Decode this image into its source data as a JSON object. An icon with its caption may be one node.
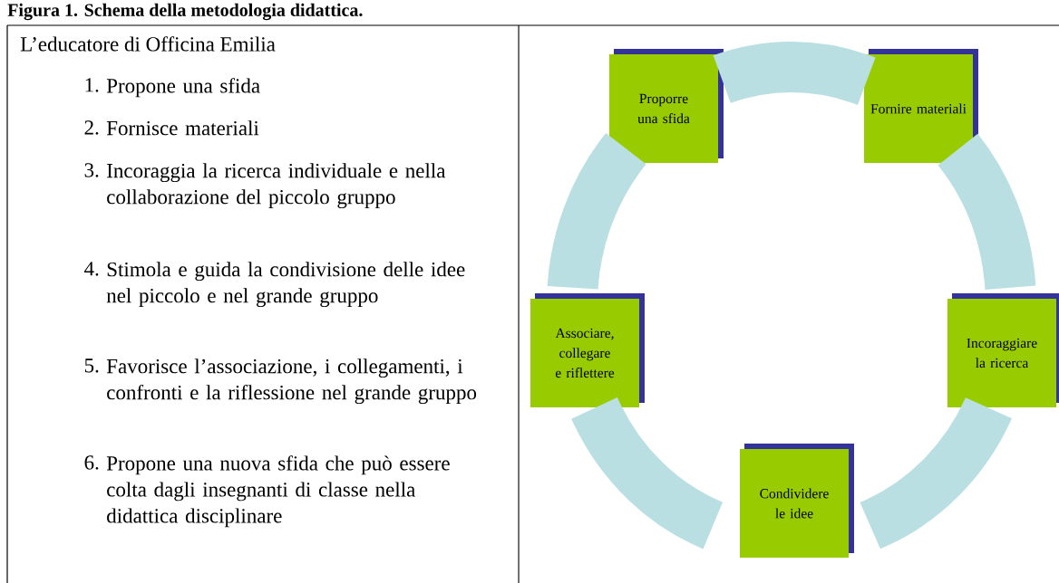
{
  "diagram": {
    "title": "Figura 1. Schema della metodologia didattica.",
    "nodes": [
      {
        "text": [
          "Proporre una sfida"
        ]
      },
      {
        "text": [
          "Fornire materiali"
        ]
      },
      {
        "text": [
          "Incoraggiare la ricerca"
        ]
      },
      {
        "text": [
          "Condividere le idee"
        ]
      },
      {
        "text": [
          "Associare, collegare e riflettere"
        ]
      }
    ],
    "edges": [
      {
        "from": 0,
        "to": 1,
        "arrow": "none"
      },
      {
        "from": 1,
        "to": 2,
        "arrow": "none"
      },
      {
        "from": 2,
        "to": 3,
        "arrow": "none"
      },
      {
        "from": 3,
        "to": 4,
        "arrow": "none"
      },
      {
        "from": 4,
        "to": 0,
        "arrow": "none"
      }
    ],
    "labels": [
      "L’educatore di Officina Emilia",
      "1.",
      "Propone una sfida",
      "2.",
      "Fornisce materiali",
      "3.",
      "Incoraggia la ricerca individuale e nella collaborazione del piccolo gruppo",
      "4.",
      "Stimola e guida la condivisione delle idee nel piccolo e nel grande gruppo",
      "5.",
      "Favorisce l’associazione, i collegamenti, i confronti e la riflessione nel grande gruppo",
      "6.",
      "Propone una nuova sfida che può essere colta dagli insegnanti di classe nella didattica disciplinare"
    ]
  }
}
